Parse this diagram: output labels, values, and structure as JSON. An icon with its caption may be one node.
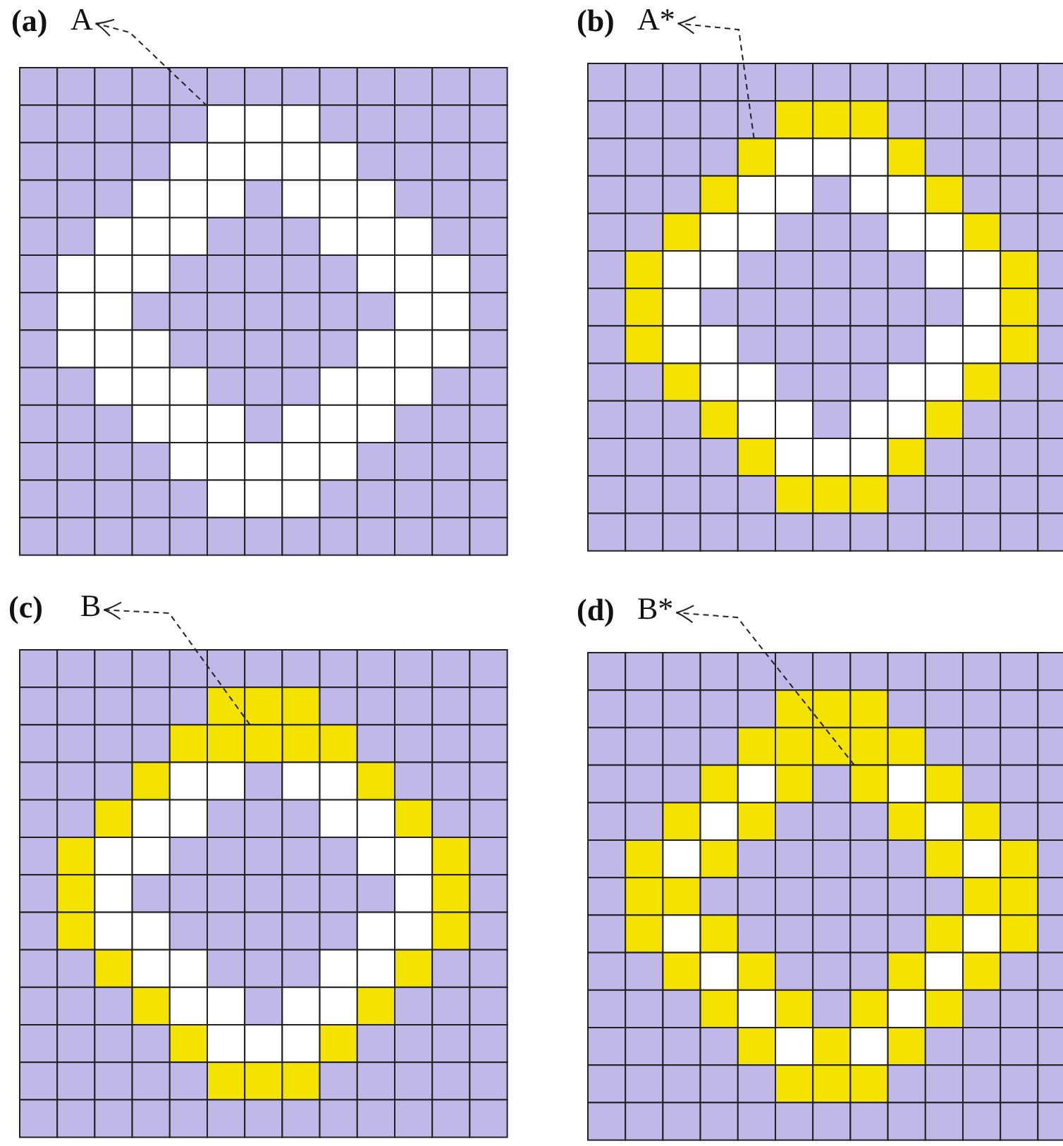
{
  "diagram": {
    "nodes": [
      {
        "text": [
          "A"
        ]
      },
      {
        "text": [],
        "shape": "box"
      },
      {
        "text": [
          "A*"
        ]
      },
      {
        "text": [],
        "shape": "box"
      },
      {
        "text": [
          "B"
        ]
      },
      {
        "text": [],
        "shape": "box"
      },
      {
        "text": [
          "B*"
        ]
      },
      {
        "text": [],
        "shape": "box"
      }
    ],
    "edges": [
      {
        "from": 1,
        "to": 0,
        "arrow": "to",
        "style": "dashed"
      },
      {
        "from": 3,
        "to": 2,
        "arrow": "to",
        "style": "dashed"
      },
      {
        "from": 5,
        "to": 4,
        "arrow": "to",
        "style": "dashed"
      },
      {
        "from": 7,
        "to": 6,
        "arrow": "to",
        "style": "dashed"
      }
    ],
    "labels": [
      "(a)",
      "(b)",
      "(c)",
      "(d)"
    ]
  }
}
